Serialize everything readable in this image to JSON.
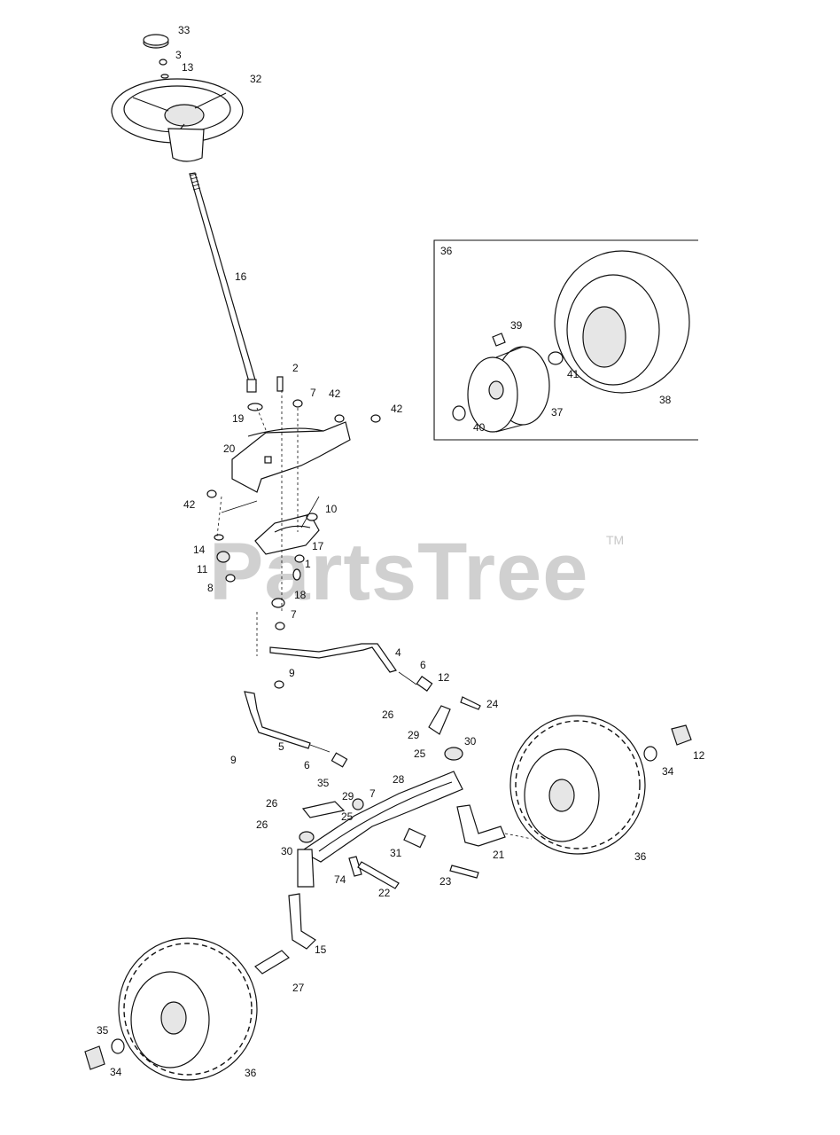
{
  "watermark": {
    "text": "PartsTree",
    "tm": "TM"
  },
  "inset": {
    "label": "36"
  },
  "callouts": [
    {
      "id": "c33",
      "text": "33"
    },
    {
      "id": "c3",
      "text": "3"
    },
    {
      "id": "c13",
      "text": "13"
    },
    {
      "id": "c32",
      "text": "32"
    },
    {
      "id": "c16",
      "text": "16"
    },
    {
      "id": "c2",
      "text": "2"
    },
    {
      "id": "c7a",
      "text": "7"
    },
    {
      "id": "c42a",
      "text": "42"
    },
    {
      "id": "c42b",
      "text": "42"
    },
    {
      "id": "c19",
      "text": "19"
    },
    {
      "id": "c20",
      "text": "20"
    },
    {
      "id": "c42c",
      "text": "42"
    },
    {
      "id": "c10",
      "text": "10"
    },
    {
      "id": "c14",
      "text": "14"
    },
    {
      "id": "c17",
      "text": "17"
    },
    {
      "id": "c11",
      "text": "11"
    },
    {
      "id": "c1",
      "text": "1"
    },
    {
      "id": "c8",
      "text": "8"
    },
    {
      "id": "c18",
      "text": "18"
    },
    {
      "id": "c7b",
      "text": "7"
    },
    {
      "id": "c4",
      "text": "4"
    },
    {
      "id": "c6a",
      "text": "6"
    },
    {
      "id": "c9a",
      "text": "9"
    },
    {
      "id": "c12a",
      "text": "12"
    },
    {
      "id": "c24",
      "text": "24"
    },
    {
      "id": "c26a",
      "text": "26"
    },
    {
      "id": "c29a",
      "text": "29"
    },
    {
      "id": "c30a",
      "text": "30"
    },
    {
      "id": "c25a",
      "text": "25"
    },
    {
      "id": "c5",
      "text": "5"
    },
    {
      "id": "c9b",
      "text": "9"
    },
    {
      "id": "c6b",
      "text": "6"
    },
    {
      "id": "c12b",
      "text": "12"
    },
    {
      "id": "c34a",
      "text": "34"
    },
    {
      "id": "c35a",
      "text": "35"
    },
    {
      "id": "c28",
      "text": "28"
    },
    {
      "id": "c26b",
      "text": "26"
    },
    {
      "id": "c29b",
      "text": "29"
    },
    {
      "id": "c7c",
      "text": "7"
    },
    {
      "id": "c25b",
      "text": "25"
    },
    {
      "id": "c26c",
      "text": "26"
    },
    {
      "id": "c30b",
      "text": "30"
    },
    {
      "id": "c31",
      "text": "31"
    },
    {
      "id": "c21",
      "text": "21"
    },
    {
      "id": "c36a",
      "text": "36"
    },
    {
      "id": "c74",
      "text": "74"
    },
    {
      "id": "c22",
      "text": "22"
    },
    {
      "id": "c23",
      "text": "23"
    },
    {
      "id": "c15",
      "text": "15"
    },
    {
      "id": "c27",
      "text": "27"
    },
    {
      "id": "c35b",
      "text": "35"
    },
    {
      "id": "c34b",
      "text": "34"
    },
    {
      "id": "c36b",
      "text": "36"
    },
    {
      "id": "c39",
      "text": "39"
    },
    {
      "id": "c41",
      "text": "41"
    },
    {
      "id": "c38",
      "text": "38"
    },
    {
      "id": "c37",
      "text": "37"
    },
    {
      "id": "c40",
      "text": "40"
    }
  ]
}
